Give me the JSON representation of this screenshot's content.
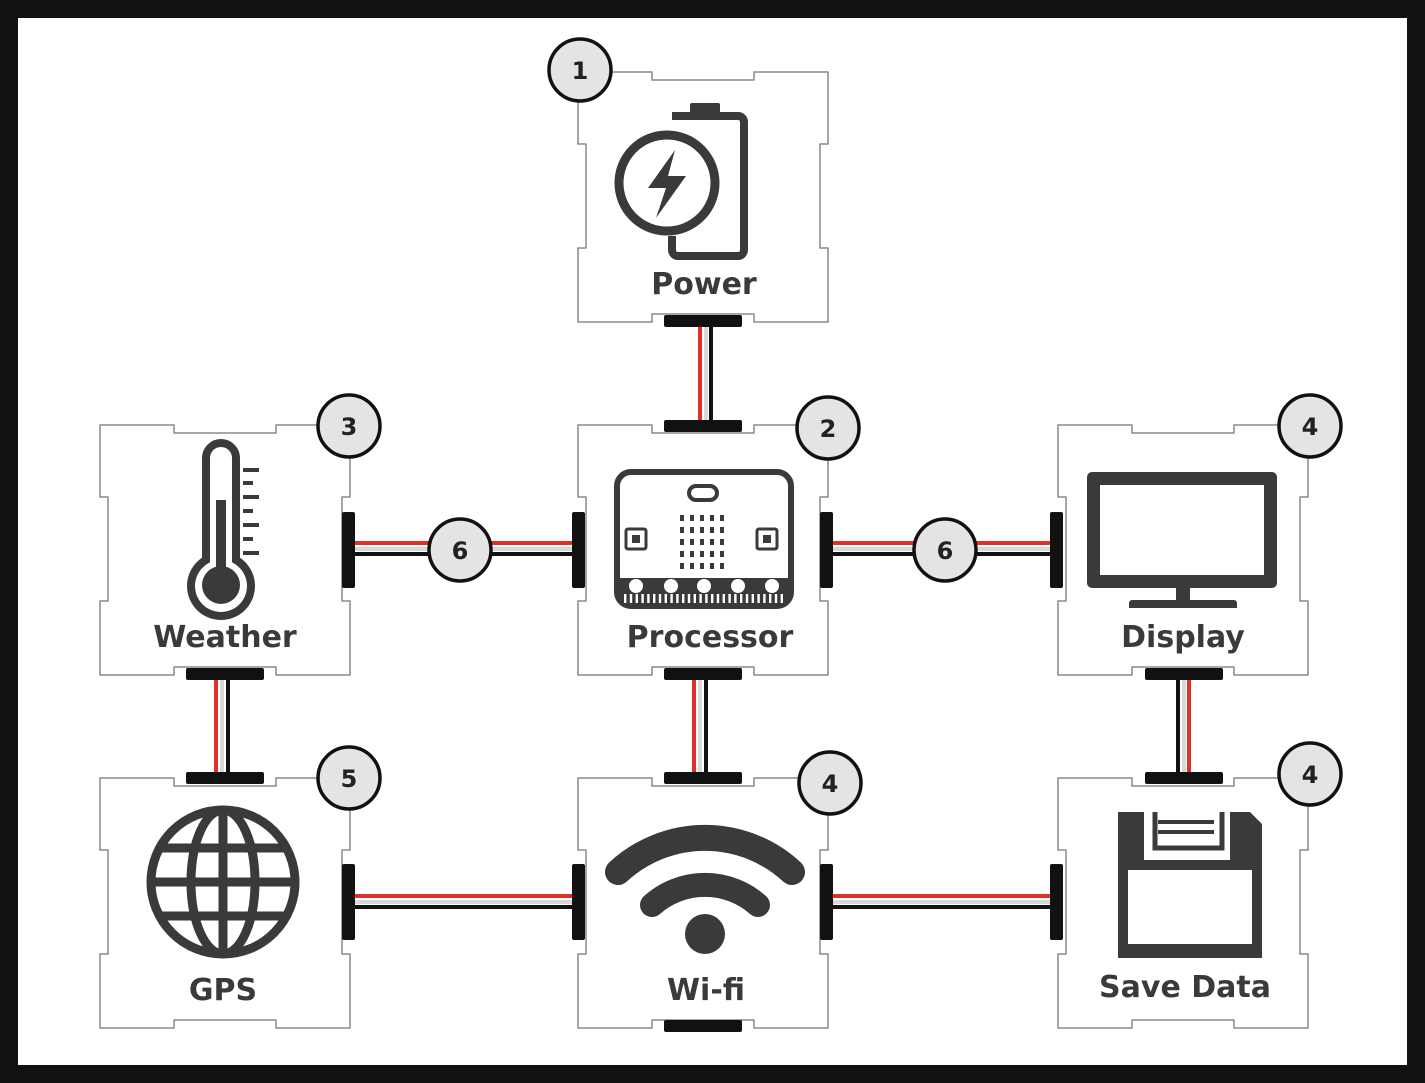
{
  "modules": {
    "power": {
      "label": "Power",
      "badge": "1"
    },
    "processor": {
      "label": "Processor",
      "badge": "2"
    },
    "weather": {
      "label": "Weather",
      "badge": "3"
    },
    "display": {
      "label": "Display",
      "badge": "4"
    },
    "gps": {
      "label": "GPS",
      "badge": "5"
    },
    "wifi": {
      "label": "Wi-fi",
      "badge": "4"
    },
    "save": {
      "label": "Save Data",
      "badge": "4"
    }
  },
  "connectors": {
    "weather_processor": {
      "badge": "6"
    },
    "processor_display": {
      "badge": "6"
    }
  },
  "colors": {
    "frame": "#111111",
    "module_border": "#8a8a8a",
    "icon": "#3a3a3a",
    "wire_red": "#e0302a",
    "wire_black": "#111111",
    "wire_white": "#d8d8d8",
    "badge_fill": "#e4e4e4"
  }
}
